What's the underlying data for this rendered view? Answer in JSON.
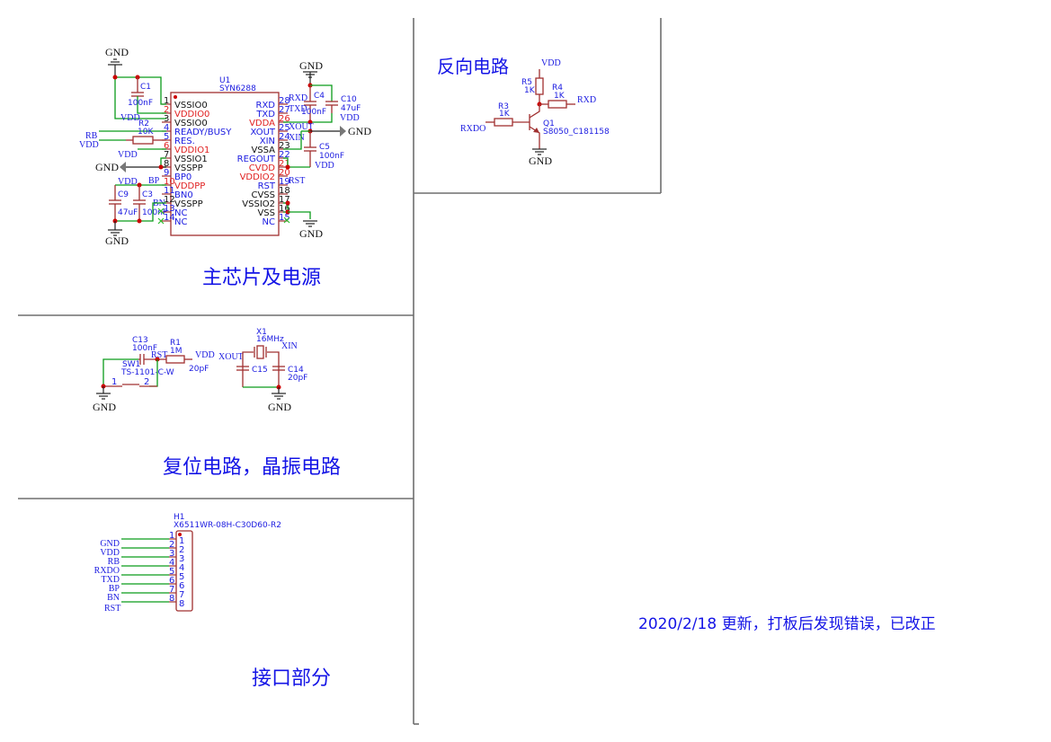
{
  "sections": {
    "main": {
      "title": "主芯片及电源"
    },
    "inverter": {
      "title": "反向电路"
    },
    "reset_crystal": {
      "title": "复位电路，晶振电路"
    },
    "interface": {
      "title": "接口部分"
    }
  },
  "note": "2020/2/18 更新，打板后发现错误，已改正",
  "colors": {
    "title": "#1414e6",
    "wire": "#0a9c1a",
    "component": "#a03030",
    "junction": "#cc0000",
    "pin_name_power": "#e02020"
  },
  "u1": {
    "ref": "U1",
    "part": "SYN6288",
    "left_pins": [
      {
        "num": "1",
        "name": "VSSIO0",
        "style": "blk"
      },
      {
        "num": "2",
        "name": "VDDIO0",
        "style": "red"
      },
      {
        "num": "3",
        "name": "VSSIO0",
        "style": "blk"
      },
      {
        "num": "4",
        "name": "READY/BUSY",
        "style": "blu"
      },
      {
        "num": "5",
        "name": "RES.",
        "style": "blu"
      },
      {
        "num": "6",
        "name": "VDDIO1",
        "style": "red"
      },
      {
        "num": "7",
        "name": "VSSIO1",
        "style": "blk"
      },
      {
        "num": "8",
        "name": "VSSPP",
        "style": "blk"
      },
      {
        "num": "9",
        "name": "BP0",
        "style": "blu"
      },
      {
        "num": "10",
        "name": "VDDPP",
        "style": "red"
      },
      {
        "num": "11",
        "name": "BN0",
        "style": "blu"
      },
      {
        "num": "12",
        "name": "VSSPP",
        "style": "blk"
      },
      {
        "num": "13",
        "name": "NC",
        "style": "blu"
      },
      {
        "num": "14",
        "name": "NC",
        "style": "blu"
      }
    ],
    "right_pins": [
      {
        "num": "28",
        "name": "RXD",
        "style": "blu"
      },
      {
        "num": "27",
        "name": "TXD",
        "style": "blu"
      },
      {
        "num": "26",
        "name": "VDDA",
        "style": "red"
      },
      {
        "num": "25",
        "name": "XOUT",
        "style": "blu"
      },
      {
        "num": "24",
        "name": "XIN",
        "style": "blu"
      },
      {
        "num": "23",
        "name": "VSSA",
        "style": "blk"
      },
      {
        "num": "22",
        "name": "REGOUT",
        "style": "blu"
      },
      {
        "num": "21",
        "name": "CVDD",
        "style": "red"
      },
      {
        "num": "20",
        "name": "VDDIO2",
        "style": "red"
      },
      {
        "num": "19",
        "name": "RST",
        "style": "blu"
      },
      {
        "num": "18",
        "name": "CVSS",
        "style": "blk"
      },
      {
        "num": "17",
        "name": "VSSIO2",
        "style": "blk"
      },
      {
        "num": "16",
        "name": "VSS",
        "style": "blk"
      },
      {
        "num": "15",
        "name": "NC",
        "style": "blu"
      }
    ]
  },
  "components": {
    "c1": {
      "ref": "C1",
      "value": "100nF"
    },
    "r2": {
      "ref": "R2",
      "value": "10K"
    },
    "c9": {
      "ref": "C9",
      "value": "47uF"
    },
    "c3": {
      "ref": "C3",
      "value": "100nF"
    },
    "c4": {
      "ref": "C4",
      "value": "100nF"
    },
    "c10": {
      "ref": "C10",
      "value": "47uF"
    },
    "c5": {
      "ref": "C5",
      "value": "100nF"
    },
    "r3": {
      "ref": "R3",
      "value": "1K"
    },
    "r5": {
      "ref": "R5",
      "value": "1K"
    },
    "r4": {
      "ref": "R4",
      "value": "1K"
    },
    "q1": {
      "ref": "Q1",
      "value": "S8050_C181158"
    },
    "c13": {
      "ref": "C13",
      "value": "100nF"
    },
    "r1": {
      "ref": "R1",
      "value": "1M"
    },
    "sw1": {
      "ref": "SW1",
      "value": "TS-1101-C-W",
      "pin1": "1",
      "pin2": "2"
    },
    "x1": {
      "ref": "X1",
      "value": "16MHz"
    },
    "c15": {
      "ref": "C15",
      "value": "20pF"
    },
    "c14": {
      "ref": "C14",
      "value": "20pF"
    },
    "h1": {
      "ref": "H1",
      "value": "X6511WR-08H-C30D60-R2"
    }
  },
  "nets": {
    "gnd": "GND",
    "vdd": "VDD",
    "rb": "RB",
    "bp": "BP",
    "bn": "BN",
    "rxd": "RXD",
    "txd": "TXD",
    "xout": "XOUT",
    "xin": "XIN",
    "rst": "RST",
    "rxdo": "RXDO"
  },
  "h1_pins": [
    {
      "num": "1",
      "net": ""
    },
    {
      "num": "2",
      "net": "GND"
    },
    {
      "num": "3",
      "net": "VDD"
    },
    {
      "num": "4",
      "net": "RB"
    },
    {
      "num": "5",
      "net": "RXDO"
    },
    {
      "num": "6",
      "net": "TXD"
    },
    {
      "num": "7",
      "net": "BP"
    },
    {
      "num": "8",
      "net": "BN"
    }
  ],
  "h1_last_net": "RST"
}
